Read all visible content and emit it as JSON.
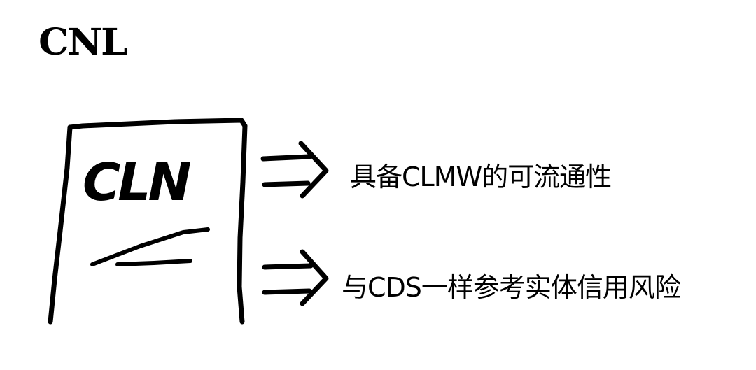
{
  "title": "CNL",
  "document": {
    "label": "CLN"
  },
  "statements": [
    {
      "text": "具备CLMW的可流通性",
      "arrow_icon": "double-arrow-icon"
    },
    {
      "text": "与CDS一样参考实体信用风险",
      "arrow_icon": "double-arrow-icon"
    }
  ],
  "colors": {
    "ink": "#000000",
    "background": "#ffffff"
  }
}
